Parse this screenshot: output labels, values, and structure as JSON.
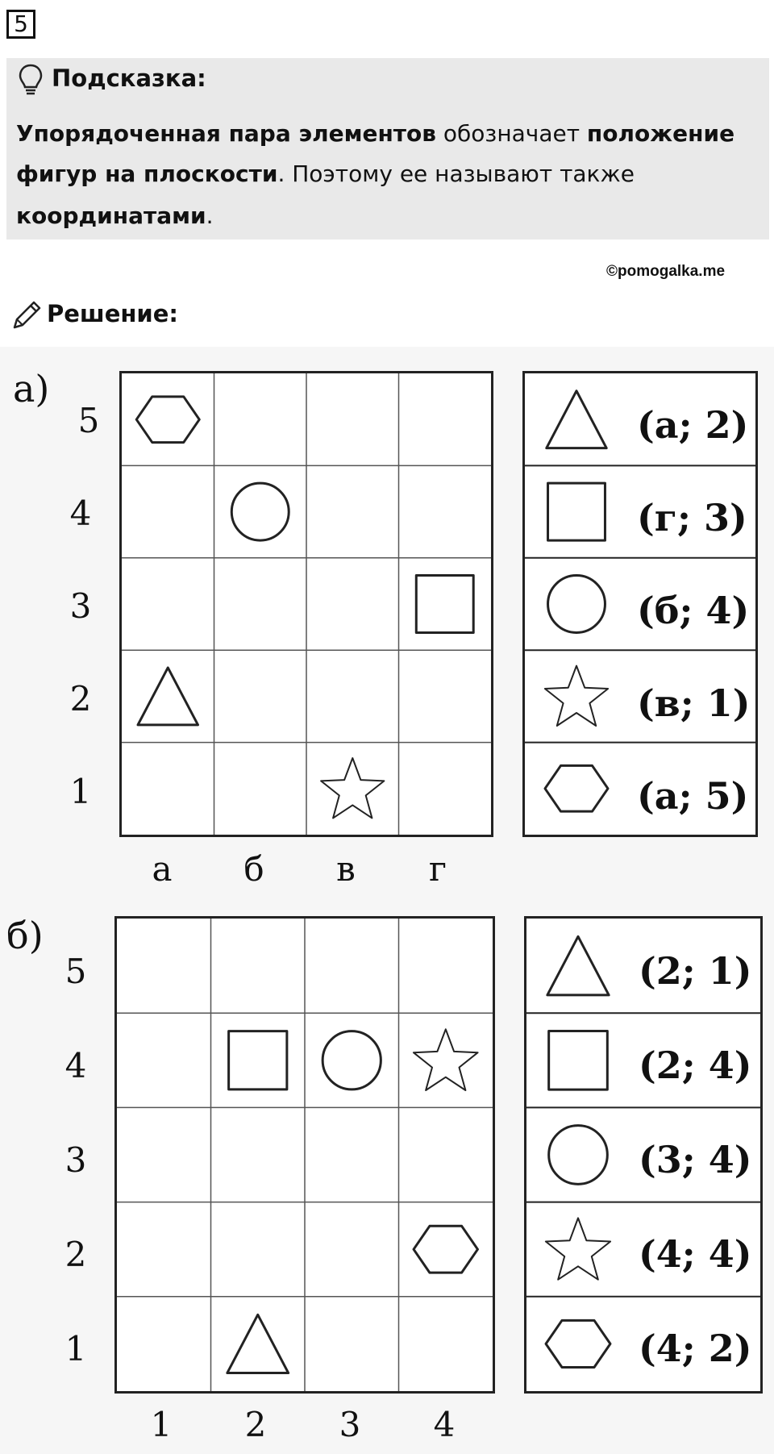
{
  "task_number": "5",
  "hint": {
    "title": "Подсказка:",
    "line1": {
      "b1": "Упорядоченная пара элементов",
      "t1": " обозначает ",
      "b2": "положение"
    },
    "line2": {
      "b1": "фигур на плоскости",
      "t1": ". Поэтому ее называют также"
    },
    "line3": {
      "b1": "координатами",
      "t1": "."
    },
    "icon": "lightbulb-icon"
  },
  "copyright": "©pomogalka.me",
  "solution": {
    "title": "Решение:",
    "icon": "pencil-icon"
  },
  "part_a": {
    "label": "а)",
    "rows": [
      "5",
      "4",
      "3",
      "2",
      "1"
    ],
    "cols": [
      "а",
      "б",
      "в",
      "г"
    ],
    "shapes": [
      {
        "shape": "hexagon",
        "col": "а",
        "row": "5"
      },
      {
        "shape": "circle",
        "col": "б",
        "row": "4"
      },
      {
        "shape": "square",
        "col": "г",
        "row": "3"
      },
      {
        "shape": "triangle",
        "col": "а",
        "row": "2"
      },
      {
        "shape": "star",
        "col": "в",
        "row": "1"
      }
    ],
    "legend": [
      {
        "shape": "triangle",
        "coord": "(а; 2)"
      },
      {
        "shape": "square",
        "coord": "(г; 3)"
      },
      {
        "shape": "circle",
        "coord": "(б; 4)"
      },
      {
        "shape": "star",
        "coord": "(в; 1)"
      },
      {
        "shape": "hexagon",
        "coord": "(а; 5)"
      }
    ]
  },
  "part_b": {
    "label": "б)",
    "rows": [
      "5",
      "4",
      "3",
      "2",
      "1"
    ],
    "cols": [
      "1",
      "2",
      "3",
      "4"
    ],
    "shapes": [
      {
        "shape": "square",
        "col": "2",
        "row": "4"
      },
      {
        "shape": "circle",
        "col": "3",
        "row": "4"
      },
      {
        "shape": "star",
        "col": "4",
        "row": "4"
      },
      {
        "shape": "hexagon",
        "col": "4",
        "row": "2"
      },
      {
        "shape": "triangle",
        "col": "2",
        "row": "1"
      }
    ],
    "legend": [
      {
        "shape": "triangle",
        "coord": "(2; 1)"
      },
      {
        "shape": "square",
        "coord": "(2; 4)"
      },
      {
        "shape": "circle",
        "coord": "(3; 4)"
      },
      {
        "shape": "star",
        "coord": "(4; 4)"
      },
      {
        "shape": "hexagon",
        "coord": "(4; 2)"
      }
    ]
  }
}
